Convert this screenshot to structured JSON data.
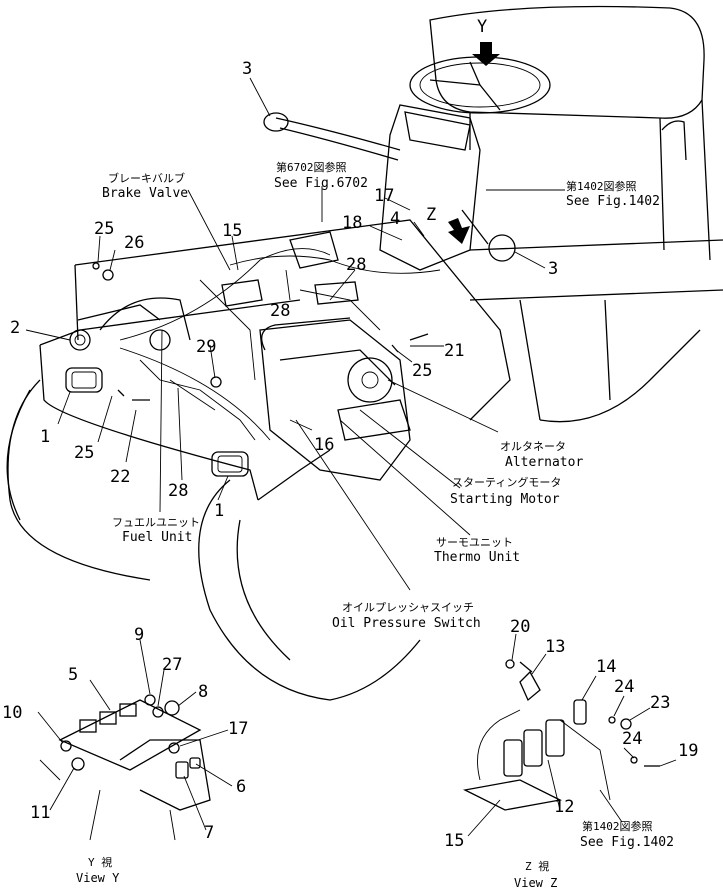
{
  "callouts": {
    "brake_valve_jp": "ブレーキバルブ",
    "brake_valve_en": "Brake Valve",
    "see_6702_jp": "第6702図参照",
    "see_6702_en": "See Fig.6702",
    "see_1402_jp": "第1402図参照",
    "see_1402_en": "See Fig.1402",
    "alternator_jp": "オルタネータ",
    "alternator_en": "Alternator",
    "starting_motor_jp": "スターティングモータ",
    "starting_motor_en": "Starting Motor",
    "fuel_unit_jp": "フュエルユニット",
    "fuel_unit_en": "Fuel Unit",
    "thermo_unit_jp": "サーモユニット",
    "thermo_unit_en": "Thermo Unit",
    "oil_pressure_jp": "オイルプレッシャスイッチ",
    "oil_pressure_en": "Oil Pressure Switch",
    "view_y_jp": "Y 視",
    "view_y_en": "View Y",
    "view_z_jp": "Z 視",
    "view_z_en": "View Z",
    "see_1402b_jp": "第1402図参照",
    "see_1402b_en": "See Fig.1402"
  },
  "view_letters": {
    "y": "Y",
    "z": "Z"
  },
  "part_numbers": {
    "n3a": "3",
    "n3b": "3",
    "n25a": "25",
    "n26": "26",
    "n15a": "15",
    "n17a": "17",
    "n18": "18",
    "n4": "4",
    "n28a": "28",
    "n28b": "28",
    "n2": "2",
    "n29": "29",
    "n21": "21",
    "n25b": "25",
    "n1a": "1",
    "n25c": "25",
    "n22": "22",
    "n16": "16",
    "n28c": "28",
    "n1b": "1",
    "n9": "9",
    "n5": "5",
    "n27": "27",
    "n8": "8",
    "n10": "10",
    "n17b": "17",
    "n11": "11",
    "n6": "6",
    "n7": "7",
    "n20": "20",
    "n13": "13",
    "n14": "14",
    "n24a": "24",
    "n23": "23",
    "n24b": "24",
    "n19": "19",
    "n12": "12",
    "n15b": "15"
  }
}
